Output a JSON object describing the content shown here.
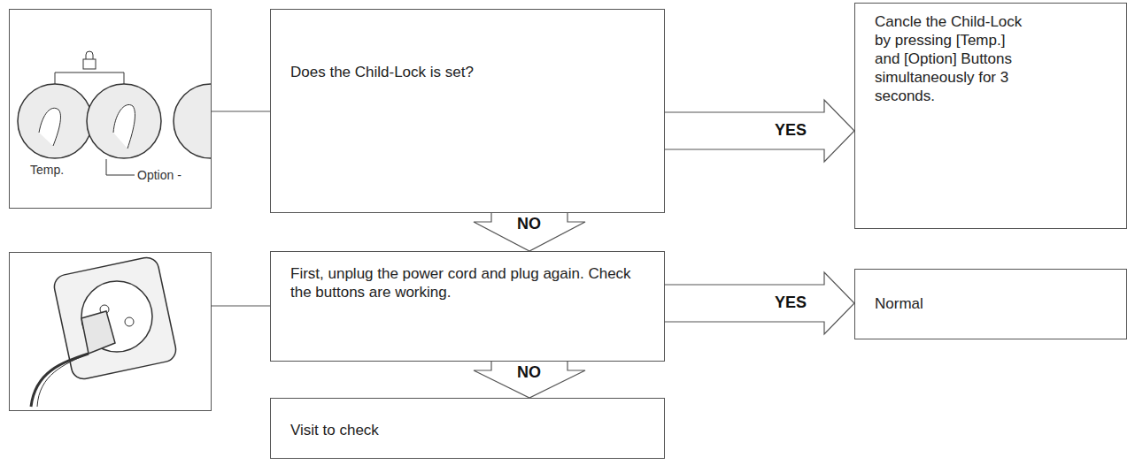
{
  "diagram": {
    "nodes": [
      {
        "text": [
          "Does the Child-Lock is set?"
        ]
      },
      {
        "text": [
          "Cancle the Child-Lock by pressing [Temp.] and [Option] Buttons simultaneously for 3 seconds."
        ]
      },
      {
        "text": [
          "First, unplug the power cord and plug again. Check the buttons are working."
        ]
      },
      {
        "text": [
          "Normal"
        ]
      },
      {
        "text": [
          "Visit to check"
        ]
      }
    ],
    "edges": [
      {
        "from": 0,
        "to": 1,
        "label": "YES",
        "arrow": "to"
      },
      {
        "from": 0,
        "to": 2,
        "label": "NO",
        "arrow": "to"
      },
      {
        "from": 2,
        "to": 3,
        "label": "YES",
        "arrow": "to"
      },
      {
        "from": 2,
        "to": 4,
        "label": "NO",
        "arrow": "to"
      }
    ],
    "labels": [
      "Temp.",
      "Option -"
    ]
  }
}
